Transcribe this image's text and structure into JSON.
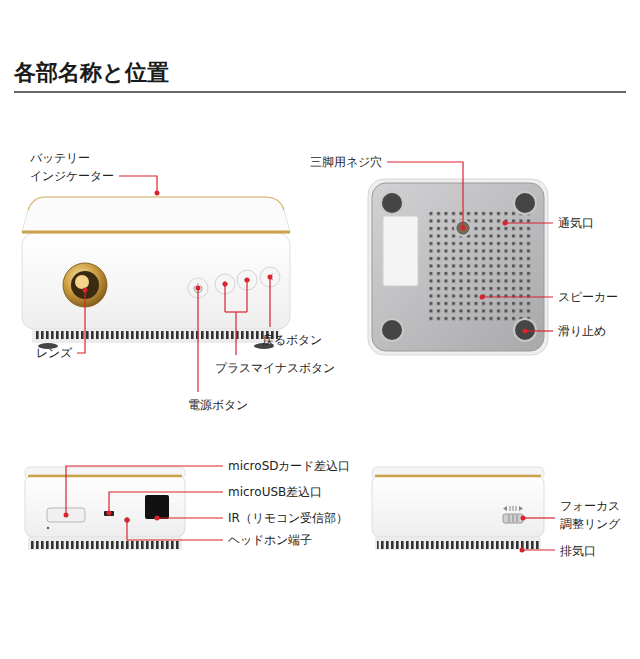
{
  "diagram": {
    "title": "各部名称と位置",
    "labels": [
      "バッテリー インジケーター",
      "レンズ",
      "戻るボタン",
      "プラスマイナスボタン",
      "電源ボタン",
      "三脚用ネジ穴",
      "通気口",
      "スピーカー",
      "滑り止め",
      "microSDカード差込口",
      "microUSB差込口",
      "IR（リモコン受信部）",
      "ヘッドホン端子",
      "フォーカス 調整リング",
      "排気口"
    ]
  }
}
